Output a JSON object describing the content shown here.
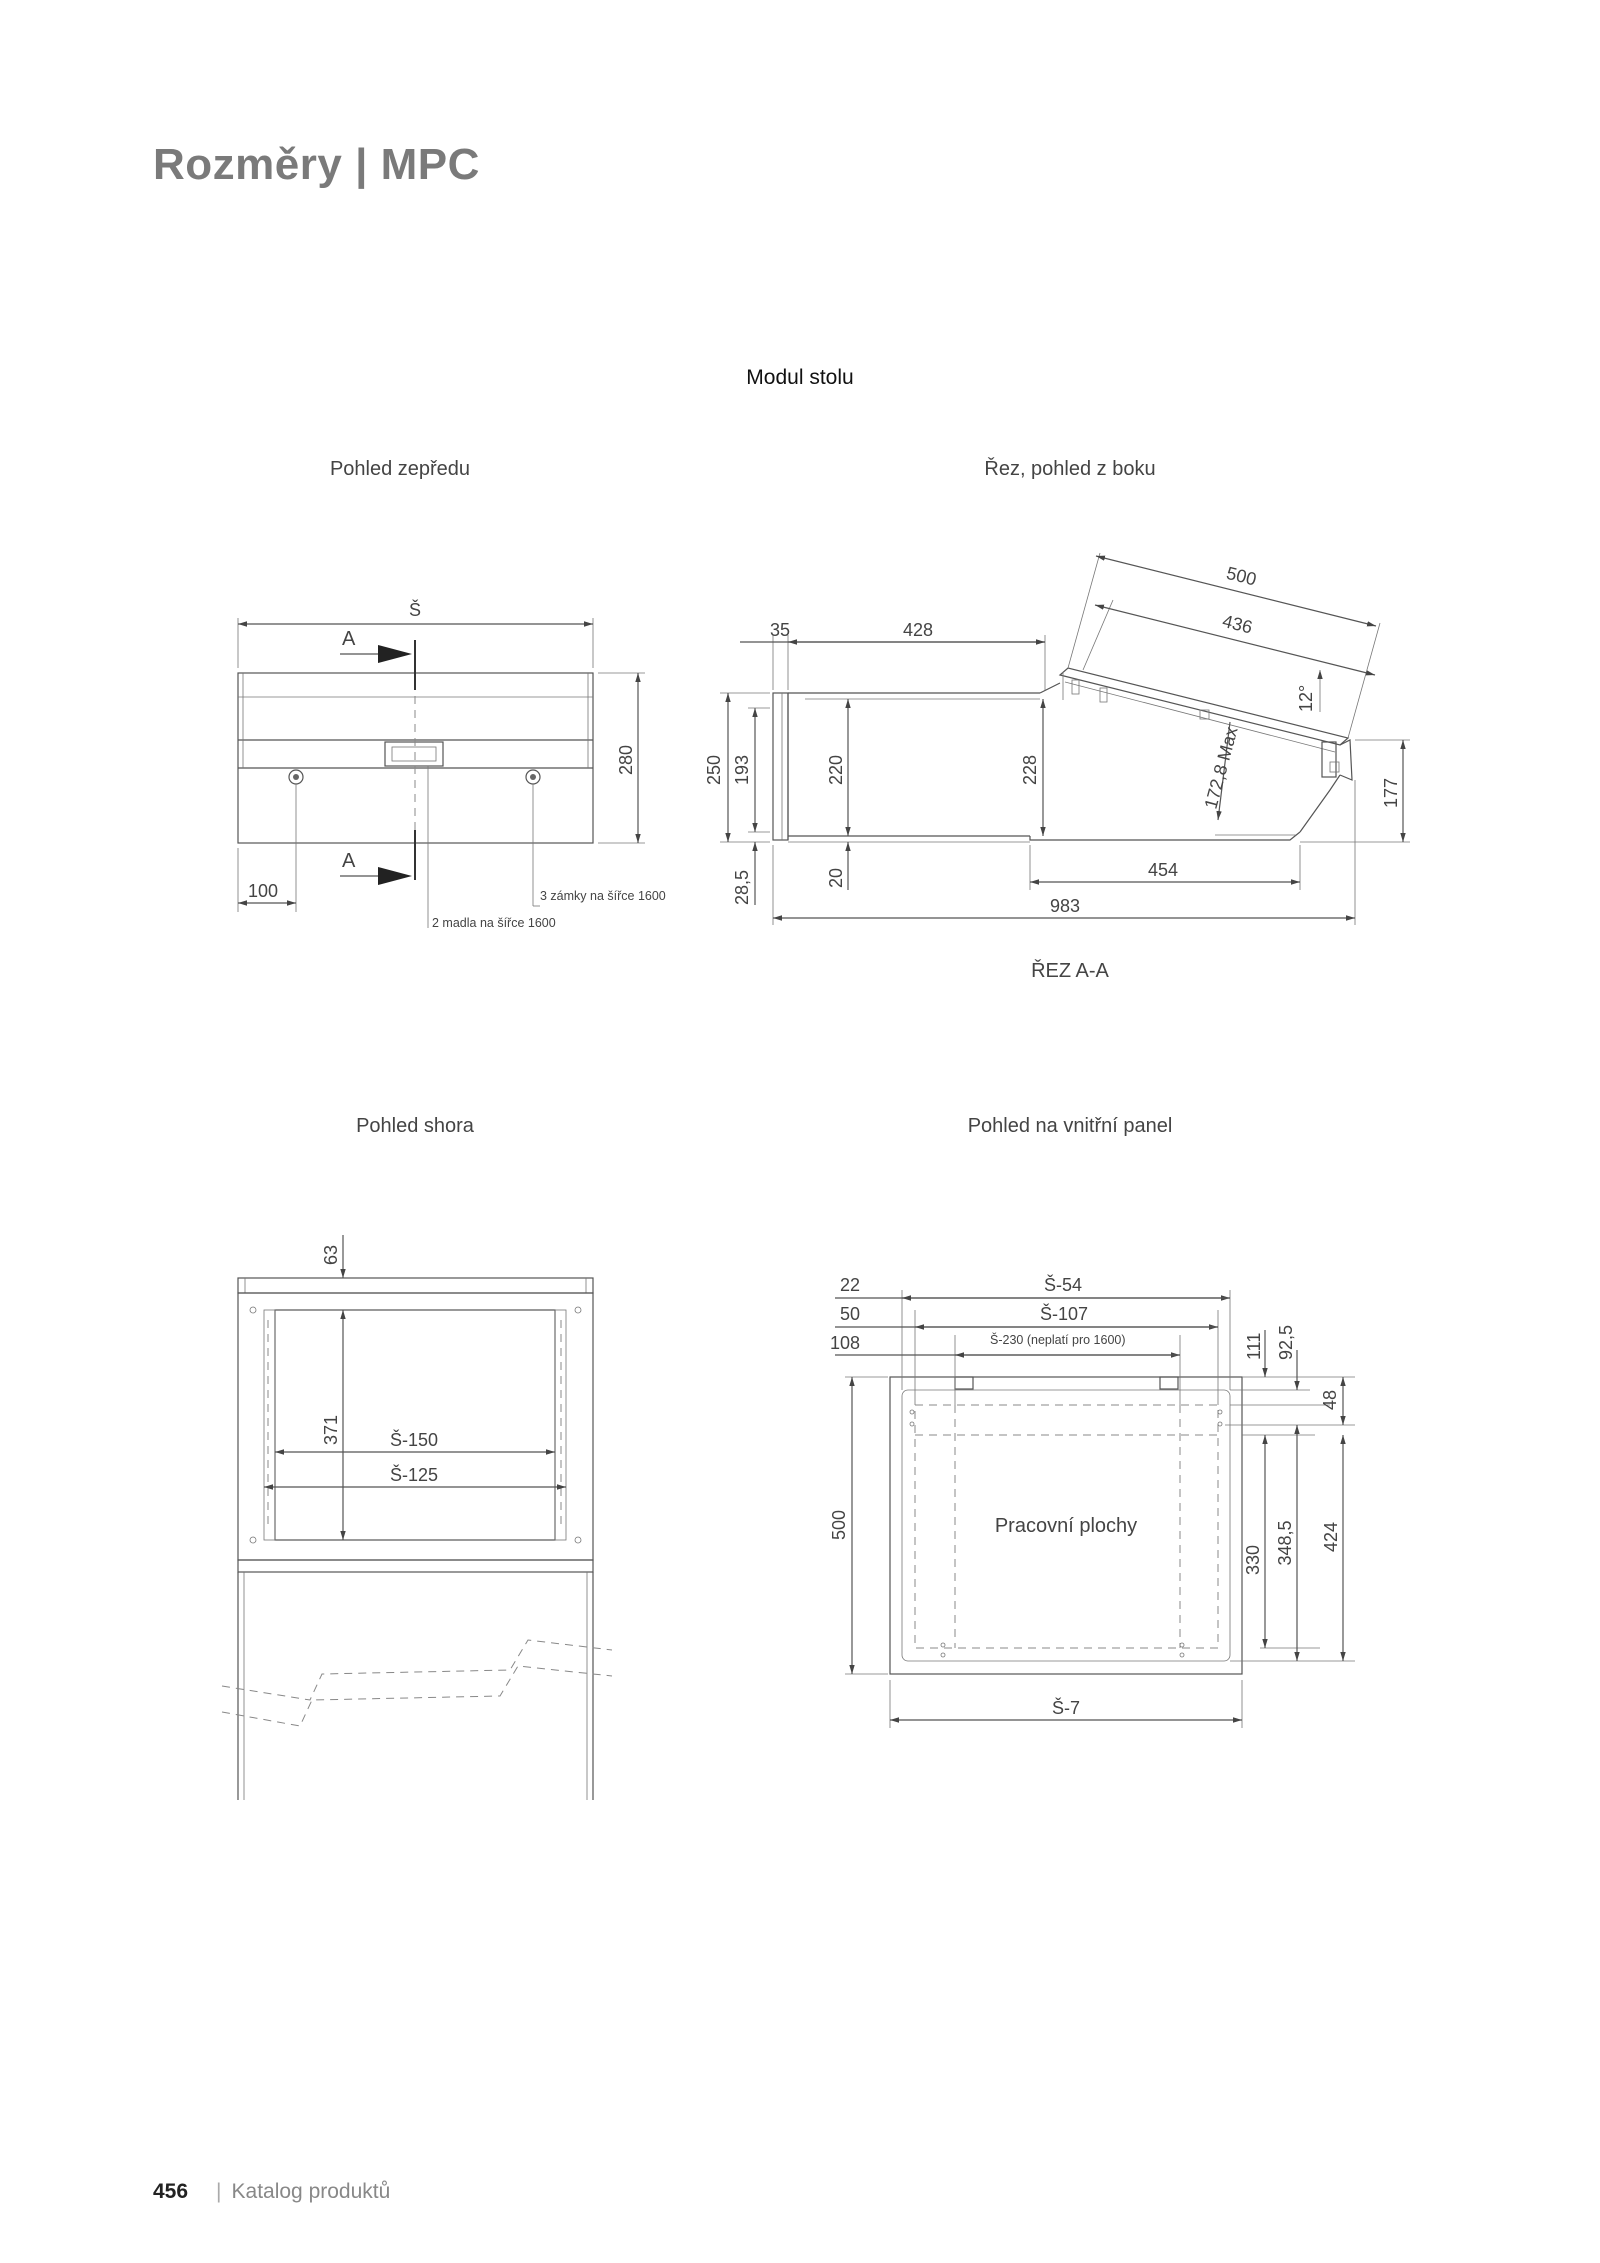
{
  "page": {
    "title": "Rozměry | MPC",
    "section": "Modul stolu",
    "footer_page": "456",
    "footer_separator": "|",
    "footer_text": "Katalog produktů"
  },
  "views": {
    "front": "Pohled zepředu",
    "side": "Řez, pohled z boku",
    "section_aa": "ŘEZ A-A",
    "top": "Pohled shora",
    "panel": "Pohled na vnitřní panel"
  },
  "front_dims": {
    "width": "Š",
    "height": "280",
    "offset": "100",
    "cut_mark": "A",
    "locks_note": "3 zámky na šířce 1600",
    "handles_note": "2 madla na šířce 1600"
  },
  "side_dims": {
    "d500": "500",
    "d436": "436",
    "d35": "35",
    "d428": "428",
    "angle": "12°",
    "d250": "250",
    "d193": "193",
    "d220": "220",
    "d228": "228",
    "d172": "172,8 Max",
    "d177": "177",
    "d28": "28,5",
    "d20": "20",
    "d454": "454",
    "d983": "983"
  },
  "top_dims": {
    "d63": "63",
    "d371": "371",
    "s150": "Š-150",
    "s125": "Š-125"
  },
  "panel_dims": {
    "d22": "22",
    "d50": "50",
    "d108": "108",
    "s54": "Š-54",
    "s107": "Š-107",
    "s230": "Š-230 (neplatí pro 1600)",
    "d111": "111",
    "d925": "92,5",
    "d48": "48",
    "d500": "500",
    "work_surface": "Pracovní plochy",
    "d330": "330",
    "d3485": "348,5",
    "d424": "424",
    "s7": "Š-7"
  }
}
